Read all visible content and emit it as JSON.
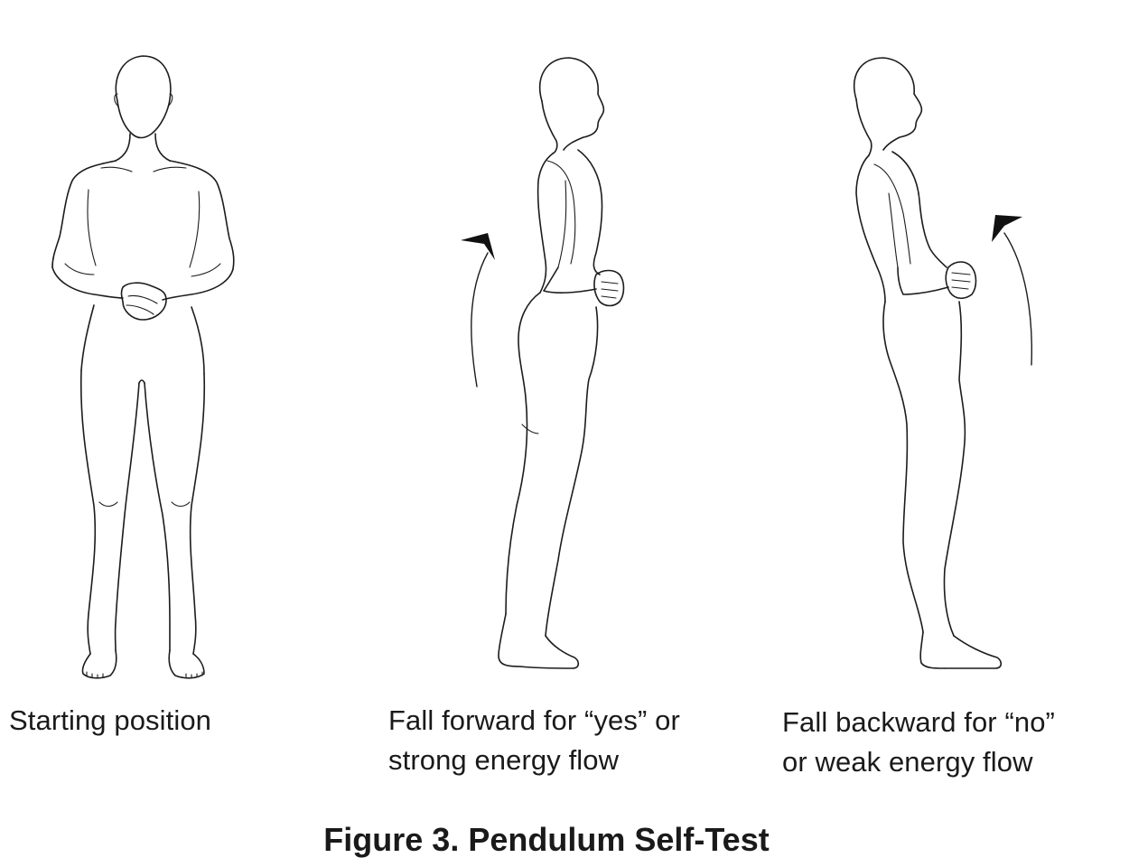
{
  "figure": {
    "title": "Figure 3. Pendulum Self-Test"
  },
  "panels": [
    {
      "pose": "front-standing",
      "caption_lines": [
        "Starting position"
      ]
    },
    {
      "pose": "side-standing",
      "arrow_direction": "forward",
      "caption_lines": [
        "Fall forward for “yes” or",
        "strong energy flow"
      ]
    },
    {
      "pose": "side-standing",
      "arrow_direction": "backward",
      "caption_lines": [
        "Fall backward for “no”",
        "or weak energy flow"
      ]
    }
  ],
  "colors": {
    "line": "#1c1c1c",
    "background": "#ffffff"
  }
}
